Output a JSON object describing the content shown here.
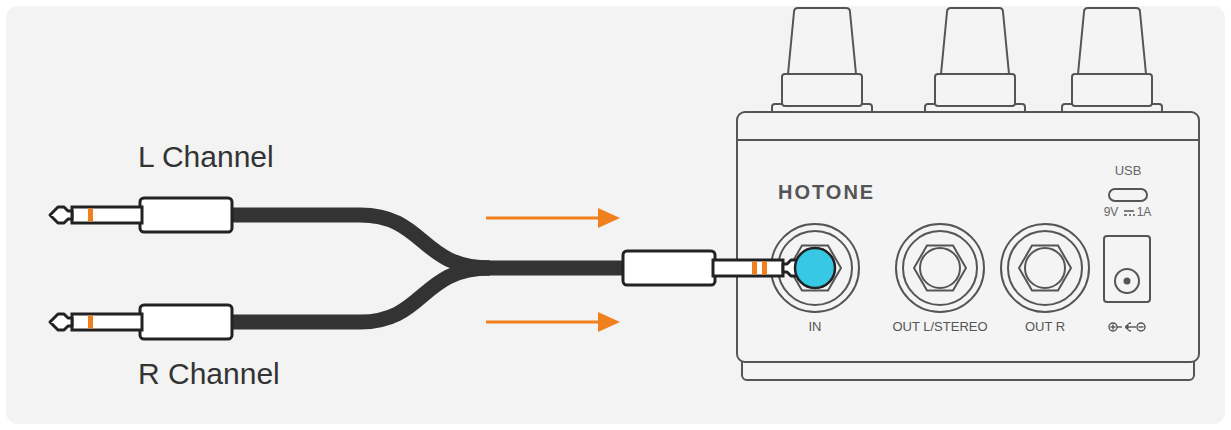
{
  "diagram": {
    "labels": [
      "L Channel",
      "R Channel",
      "HOTONE",
      "USB",
      "9V",
      "1A",
      "IN",
      "OUT L/STEREO",
      "OUT R"
    ]
  }
}
